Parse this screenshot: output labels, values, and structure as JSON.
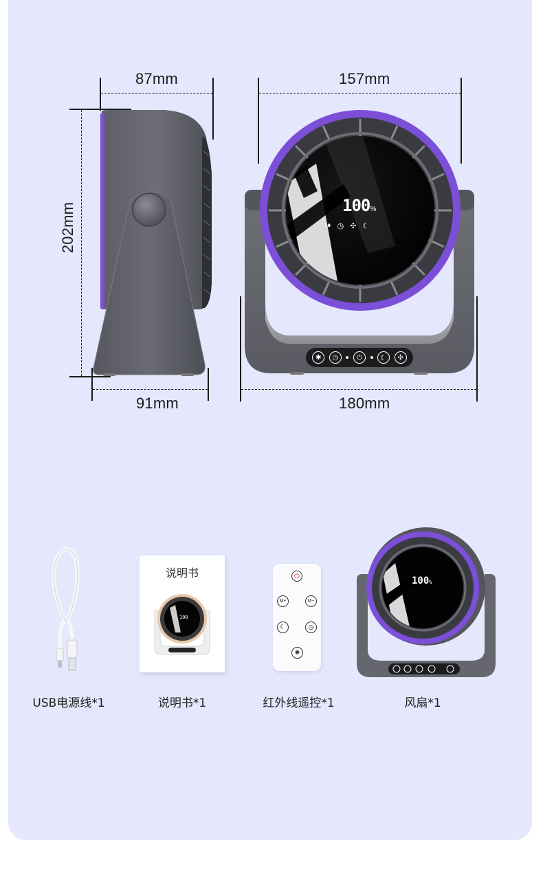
{
  "dimensions": {
    "side_depth_top": "87mm",
    "front_ring_width": "157mm",
    "height": "202mm",
    "side_base_depth": "91mm",
    "front_base_width": "180mm"
  },
  "fan_display": {
    "percent_value": "100",
    "percent_sign": "%",
    "indicator_icons": [
      "light-icon",
      "timer-icon",
      "fan-icon",
      "sleep-moon-icon"
    ]
  },
  "control_panel": {
    "buttons": [
      "light-button",
      "timer-button",
      "power-button",
      "sleep-button",
      "fan-mode-button"
    ]
  },
  "package_contents": {
    "manual_cover_title": "说明书",
    "remote_buttons": [
      "power",
      "M+",
      "M-",
      "sleep",
      "timer",
      "light"
    ],
    "items": [
      {
        "name": "usb-cable",
        "label": "USB电源线*1"
      },
      {
        "name": "manual",
        "label": "说明书*1"
      },
      {
        "name": "remote",
        "label": "红外线遥控*1"
      },
      {
        "name": "fan",
        "label": "风扇*1"
      }
    ]
  },
  "colors": {
    "background_panel": "#e5e8fc",
    "accent_purple": "#7b4fd8",
    "body_gray": "#66666d",
    "remote_power_red": "#e23a2e"
  }
}
